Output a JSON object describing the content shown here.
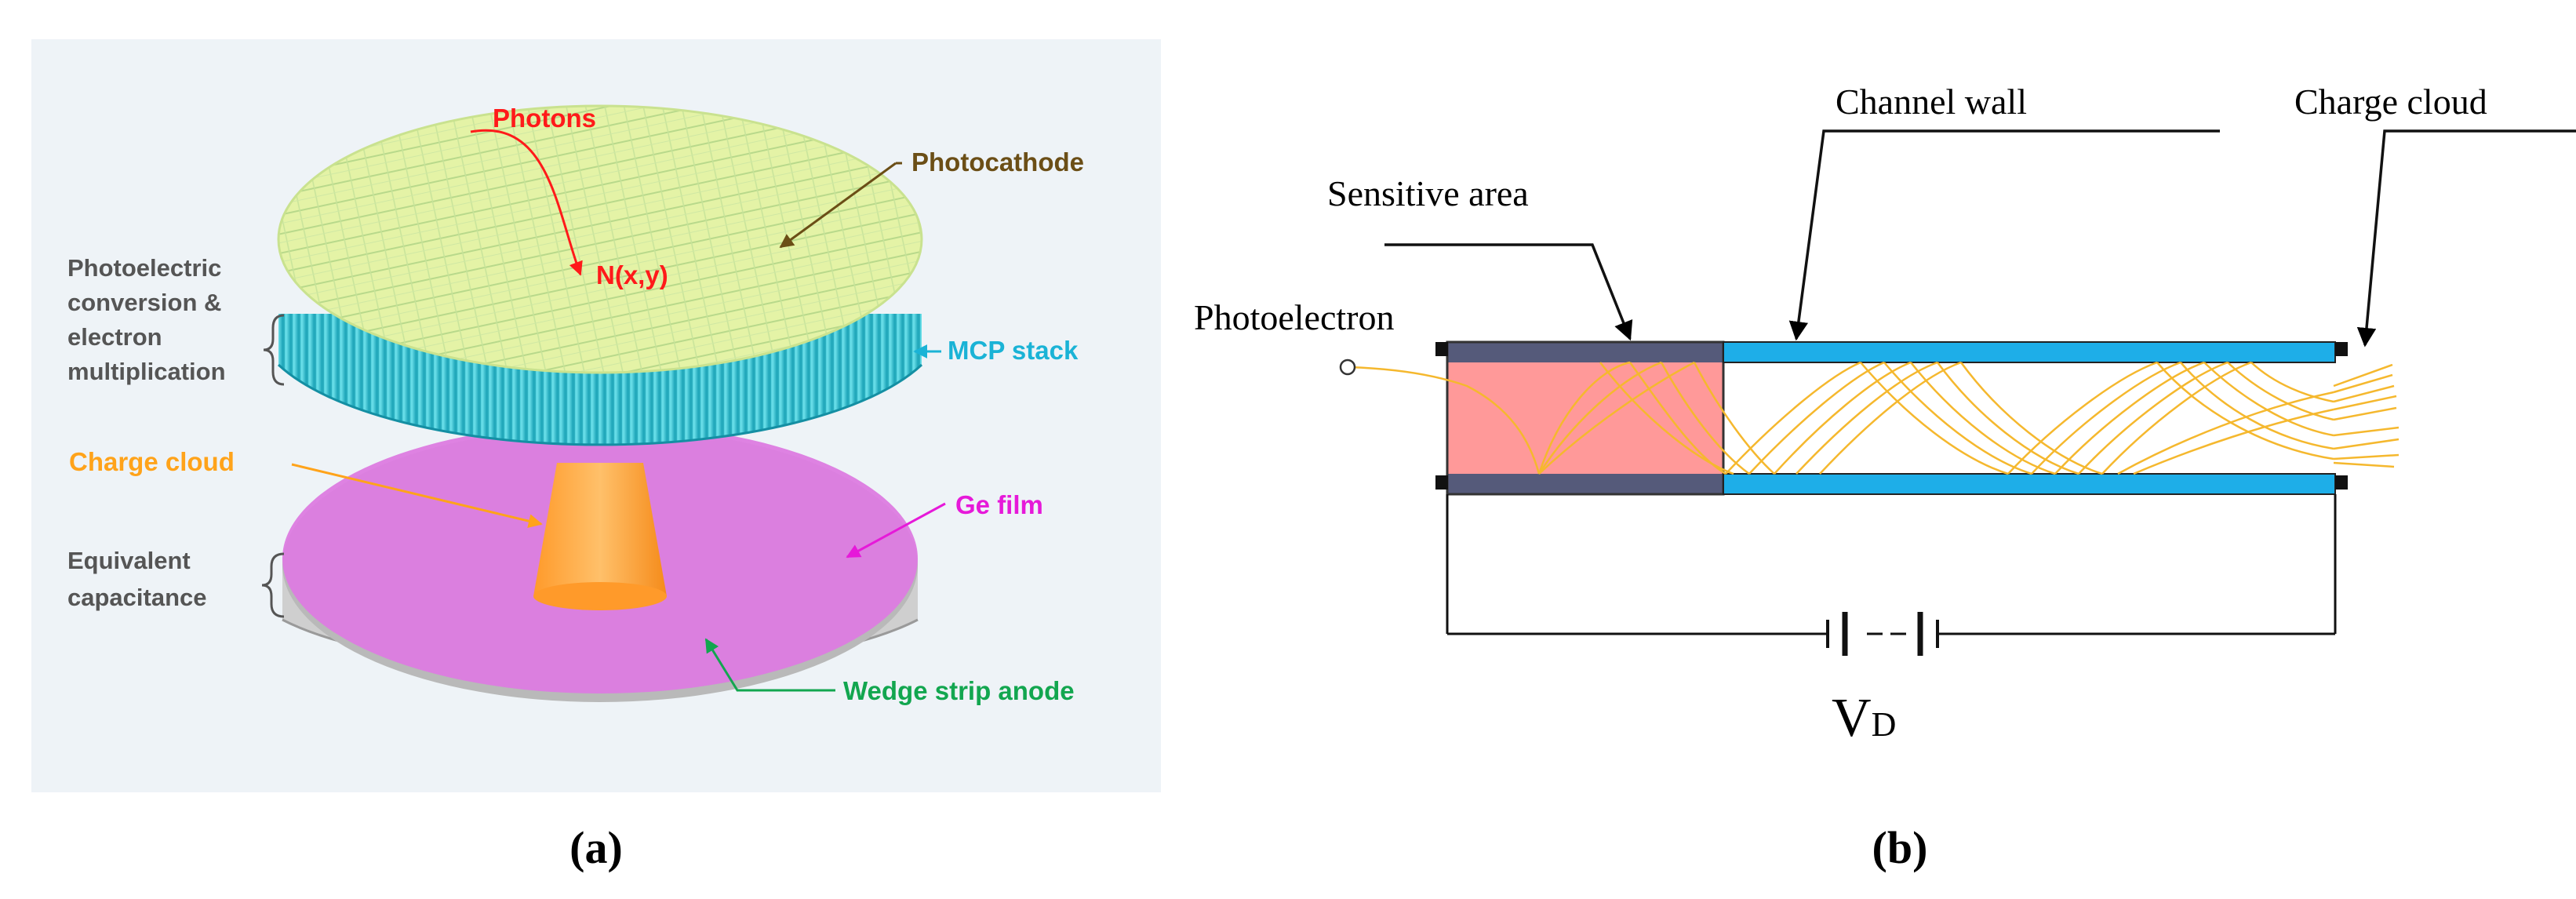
{
  "panel_a": {
    "caption": "(a)",
    "labels": {
      "photons": "Photons",
      "point": "N(x,y)",
      "photocathode": "Photocathode",
      "photoelectric": [
        "Photoelectric",
        "conversion &",
        "electron",
        "multiplication"
      ],
      "mcp_stack": "MCP stack",
      "charge_cloud": "Charge cloud",
      "ge_film": "Ge film",
      "equivalent": [
        "Equivalent",
        "capacitance"
      ],
      "wedge_anode": "Wedge strip anode"
    },
    "colors": {
      "photons": "#ff1a1a",
      "photocathode": "#6b4e16",
      "photoelectric": "#555555",
      "mcp_stack": "#1ab3d6",
      "charge_cloud": "#ffa31a",
      "ge_film": "#e619d9",
      "wedge_anode": "#12a64f",
      "disk_top": "#e2f2a0",
      "mcp_side": "#4fd1de",
      "ge_film_fill": "#dc7be0",
      "anode_side": "#cfcfcf"
    }
  },
  "panel_b": {
    "caption": "(b)",
    "labels": {
      "channel_wall": "Channel wall",
      "charge_cloud": "Charge cloud",
      "sensitive_area": "Sensitive area",
      "photoelectron": "Photoelectron",
      "voltage_main": "V",
      "voltage_sub": "D"
    },
    "colors": {
      "wall": "#1eaee8",
      "sensitive": "#ff9999",
      "trajectory": "#f5b82e"
    }
  }
}
